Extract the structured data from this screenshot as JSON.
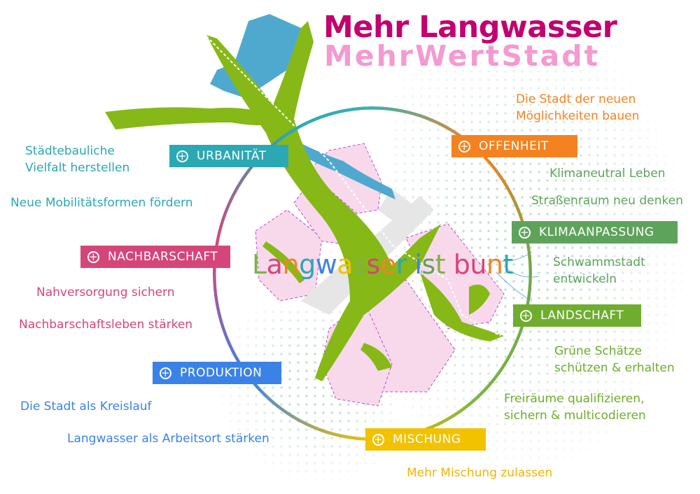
{
  "title": {
    "line1": "Mehr Langwasser",
    "line2": "MehrWertStadt"
  },
  "center_text": {
    "letters": [
      {
        "c": "L",
        "color": "#7cb342"
      },
      {
        "c": "a",
        "color": "#d6457a"
      },
      {
        "c": "n",
        "color": "#f58220"
      },
      {
        "c": "g",
        "color": "#2aa8b4"
      },
      {
        "c": "w",
        "color": "#3b82e6"
      },
      {
        "c": "a",
        "color": "#f2c200"
      },
      {
        "c": "s",
        "color": "#7cb342"
      },
      {
        "c": "s",
        "color": "#d6457a"
      },
      {
        "c": "e",
        "color": "#f58220"
      },
      {
        "c": "r",
        "color": "#2aa8b4"
      },
      {
        "c": " ",
        "color": "#000"
      },
      {
        "c": "i",
        "color": "#3b82e6"
      },
      {
        "c": "s",
        "color": "#5ea35b"
      },
      {
        "c": "t",
        "color": "#7cb342"
      },
      {
        "c": " ",
        "color": "#000"
      },
      {
        "c": "b",
        "color": "#d6457a"
      },
      {
        "c": "u",
        "color": "#d6457a"
      },
      {
        "c": "n",
        "color": "#f58220"
      },
      {
        "c": "t",
        "color": "#2aa8b4"
      }
    ],
    "full": "Langwasser ist bunt"
  },
  "icon": "plus-circle-icon",
  "themes": {
    "urbanitaet": {
      "label": "URBANITÄT",
      "color": "#2aa8b4",
      "goals": [
        "Städtebauliche\nVielfalt herstellen",
        "Neue Mobilitätsformen fördern"
      ]
    },
    "offenheit": {
      "label": "OFFENHEIT",
      "color": "#f58220",
      "goals": [
        "Die Stadt der neuen\nMöglichkeiten bauen"
      ]
    },
    "klimaanpassung": {
      "label": "KLIMAANPASSUNG",
      "color": "#5ea35b",
      "goals": [
        "Klimaneutral Leben",
        "Straßenraum neu denken",
        "Schwammstadt\nentwickeln"
      ]
    },
    "landschaft": {
      "label": "LANDSCHAFT",
      "color": "#6fad2e",
      "goals": [
        "Grüne Schätze\nschützen & erhalten",
        "Freiräume qualifizieren,\nsichern & multicodieren"
      ]
    },
    "mischung": {
      "label": "MISCHUNG",
      "color": "#f2c200",
      "goals": [
        "Mehr Mischung zulassen"
      ]
    },
    "produktion": {
      "label": "PRODUKTION",
      "color": "#3b82e6",
      "goals": [
        "Die Stadt als Kreislauf",
        "Langwasser als Arbeitsort stärken"
      ]
    },
    "nachbarschaft": {
      "label": "NACHBARSCHAFT",
      "color": "#d6457a",
      "goals": [
        "Nahversorgung sichern",
        "Nachbarschaftsleben stärken"
      ]
    }
  }
}
